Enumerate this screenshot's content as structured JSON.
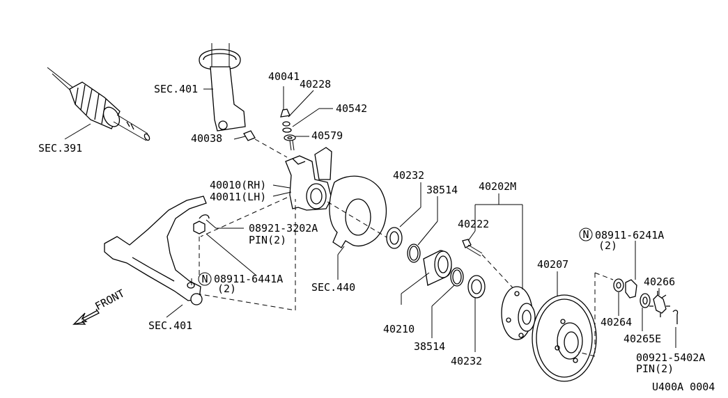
{
  "labels": {
    "sec401_top": "SEC.401",
    "sec391": "SEC.391",
    "p40038": "40038",
    "p40041": "40041",
    "p40228": "40228",
    "p40542": "40542",
    "p40579": "40579",
    "p40010": "40010(RH)",
    "p40011": "40011(LH)",
    "p08921_3202a": "08921-3202A",
    "pin2_a": "PIN(2)",
    "n08911_6441a": "08911-6441A",
    "qty2_a": "(2)",
    "front": "FRONT",
    "sec401_bottom": "SEC.401",
    "sec440": "SEC.440",
    "p40232_top": "40232",
    "p38514_top": "38514",
    "p40202m": "40202M",
    "p40222": "40222",
    "p40210": "40210",
    "p38514_bottom": "38514",
    "p40232_bottom": "40232",
    "p40207": "40207",
    "n08911_6241a": "08911-6241A",
    "qty2_b": "(2)",
    "p40266": "40266",
    "p40264": "40264",
    "p40265e": "40265E",
    "p00921_5402a": "00921-5402A",
    "pin2_b": "PIN(2)",
    "code": "U400A 0004",
    "n_mark": "N"
  }
}
